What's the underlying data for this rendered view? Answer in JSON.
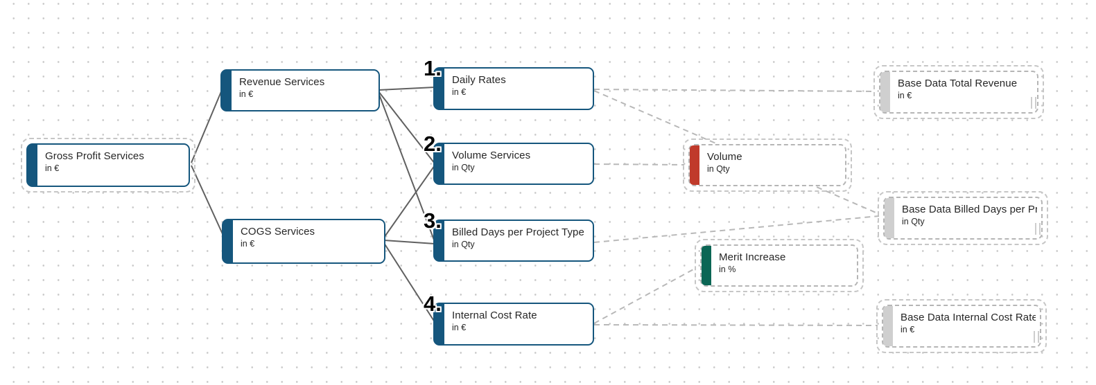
{
  "nodes": {
    "gross_profit": {
      "label": "Gross Profit Services",
      "unit": "in €"
    },
    "revenue": {
      "label": "Revenue Services",
      "unit": "in €"
    },
    "cogs": {
      "label": "COGS Services",
      "unit": "in €"
    },
    "daily_rates": {
      "label": "Daily Rates",
      "unit": "in €",
      "number": "1."
    },
    "volume_services": {
      "label": "Volume Services",
      "unit": "in Qty",
      "number": "2."
    },
    "billed_days": {
      "label": "Billed Days per Project Type",
      "unit": "in Qty",
      "number": "3."
    },
    "internal_cost_rate": {
      "label": "Internal Cost Rate",
      "unit": "in €",
      "number": "4."
    },
    "volume": {
      "label": "Volume",
      "unit": "in Qty"
    },
    "merit_increase": {
      "label": "Merit Increase",
      "unit": "in %"
    },
    "base_total_revenue": {
      "label": "Base Data Total Revenue",
      "unit": "in €"
    },
    "base_billed_days": {
      "label": "Base Data Billed Days per Pr...",
      "unit": "in Qty"
    },
    "base_internal_cost": {
      "label": "Base Data Internal Cost Rate",
      "unit": "in €"
    }
  },
  "colors": {
    "node_blue": "#15567d",
    "input_red": "#c03a2b",
    "input_green": "#0b6655",
    "base_gray": "#cfcfcf",
    "edge_solid": "#606060",
    "edge_dashed": "#b8b8b8",
    "ghost_border": "#b5b5b5",
    "text": "#262626",
    "dot": "#c9c9c9"
  }
}
